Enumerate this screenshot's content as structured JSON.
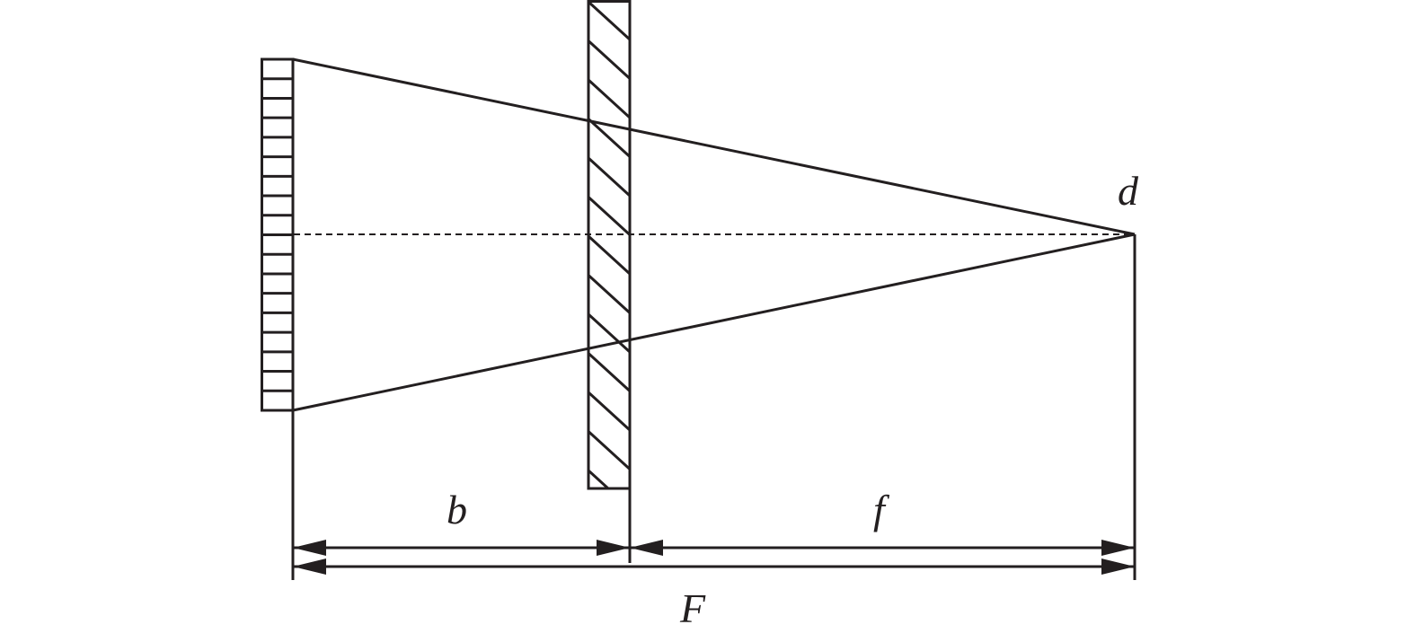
{
  "labels": {
    "b": "b",
    "f": "f",
    "F": "F",
    "d": "d"
  },
  "colors": {
    "stroke": "#231f20",
    "background": "#ffffff"
  }
}
